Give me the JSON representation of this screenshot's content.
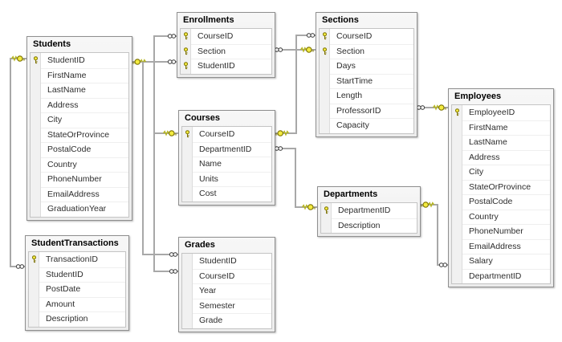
{
  "diagram_type": "database-diagram",
  "colors": {
    "canvas": "#ffffff",
    "table_border": "#8f8f8f",
    "inner_border": "#c4c4c4",
    "line": "#a8a8a8",
    "key_fill": "#f3eb40",
    "key_stroke": "#7d7300",
    "key_tail": "#b5b520",
    "infinity_stroke": "#4a4a4a"
  },
  "tables": [
    {
      "name": "Students",
      "fields": [
        {
          "name": "StudentID",
          "key": true
        },
        {
          "name": "FirstName",
          "key": false
        },
        {
          "name": "LastName",
          "key": false
        },
        {
          "name": "Address",
          "key": false
        },
        {
          "name": "City",
          "key": false
        },
        {
          "name": "StateOrProvince",
          "key": false
        },
        {
          "name": "PostalCode",
          "key": false
        },
        {
          "name": "Country",
          "key": false
        },
        {
          "name": "PhoneNumber",
          "key": false
        },
        {
          "name": "EmailAddress",
          "key": false
        },
        {
          "name": "GraduationYear",
          "key": false
        }
      ]
    },
    {
      "name": "StudentTransactions",
      "fields": [
        {
          "name": "TransactionID",
          "key": true
        },
        {
          "name": "StudentID",
          "key": false
        },
        {
          "name": "PostDate",
          "key": false
        },
        {
          "name": "Amount",
          "key": false
        },
        {
          "name": "Description",
          "key": false
        }
      ]
    },
    {
      "name": "Enrollments",
      "fields": [
        {
          "name": "CourseID",
          "key": true
        },
        {
          "name": "Section",
          "key": true
        },
        {
          "name": "StudentID",
          "key": true
        }
      ]
    },
    {
      "name": "Courses",
      "fields": [
        {
          "name": "CourseID",
          "key": true
        },
        {
          "name": "DepartmentID",
          "key": false
        },
        {
          "name": "Name",
          "key": false
        },
        {
          "name": "Units",
          "key": false
        },
        {
          "name": "Cost",
          "key": false
        }
      ]
    },
    {
      "name": "Grades",
      "fields": [
        {
          "name": "StudentID",
          "key": false
        },
        {
          "name": "CourseID",
          "key": false
        },
        {
          "name": "Year",
          "key": false
        },
        {
          "name": "Semester",
          "key": false
        },
        {
          "name": "Grade",
          "key": false
        }
      ]
    },
    {
      "name": "Sections",
      "fields": [
        {
          "name": "CourseID",
          "key": true
        },
        {
          "name": "Section",
          "key": true
        },
        {
          "name": "Days",
          "key": false
        },
        {
          "name": "StartTime",
          "key": false
        },
        {
          "name": "Length",
          "key": false
        },
        {
          "name": "ProfessorID",
          "key": false
        },
        {
          "name": "Capacity",
          "key": false
        }
      ]
    },
    {
      "name": "Departments",
      "fields": [
        {
          "name": "DepartmentID",
          "key": true
        },
        {
          "name": "Description",
          "key": false
        }
      ]
    },
    {
      "name": "Employees",
      "fields": [
        {
          "name": "EmployeeID",
          "key": true
        },
        {
          "name": "FirstName",
          "key": false
        },
        {
          "name": "LastName",
          "key": false
        },
        {
          "name": "Address",
          "key": false
        },
        {
          "name": "City",
          "key": false
        },
        {
          "name": "StateOrProvince",
          "key": false
        },
        {
          "name": "PostalCode",
          "key": false
        },
        {
          "name": "Country",
          "key": false
        },
        {
          "name": "PhoneNumber",
          "key": false
        },
        {
          "name": "EmailAddress",
          "key": false
        },
        {
          "name": "Salary",
          "key": false
        },
        {
          "name": "DepartmentID",
          "key": false
        }
      ]
    }
  ],
  "relationships": [
    {
      "one_table": "Students",
      "one_field": "StudentID",
      "many_table": "StudentTransactions",
      "many_field": "StudentID",
      "one_end_icon": "key-icon",
      "many_end_icon": "infinity-icon"
    },
    {
      "one_table": "Students",
      "one_field": "StudentID",
      "many_table": "Enrollments",
      "many_field": "StudentID",
      "one_end_icon": "key-icon",
      "many_end_icon": "infinity-icon"
    },
    {
      "one_table": "Students",
      "one_field": "StudentID",
      "many_table": "Grades",
      "many_field": "StudentID",
      "one_end_icon": null,
      "many_end_icon": "infinity-icon"
    },
    {
      "one_table": "Courses",
      "one_field": "CourseID",
      "many_table": "Enrollments",
      "many_field": "CourseID",
      "one_end_icon": "key-icon",
      "many_end_icon": "infinity-icon"
    },
    {
      "one_table": "Courses",
      "one_field": "CourseID",
      "many_table": "Grades",
      "many_field": "CourseID",
      "one_end_icon": null,
      "many_end_icon": "infinity-icon"
    },
    {
      "one_table": "Courses",
      "one_field": "CourseID",
      "many_table": "Sections",
      "many_field": "CourseID",
      "one_end_icon": "key-icon",
      "many_end_icon": "infinity-icon"
    },
    {
      "one_table": "Sections",
      "one_field": "Section",
      "many_table": "Enrollments",
      "many_field": "Section",
      "one_end_icon": "key-icon",
      "many_end_icon": "infinity-icon"
    },
    {
      "one_table": "Departments",
      "one_field": "DepartmentID",
      "many_table": "Courses",
      "many_field": "DepartmentID",
      "one_end_icon": "key-icon",
      "many_end_icon": "infinity-icon"
    },
    {
      "one_table": "Departments",
      "one_field": "DepartmentID",
      "many_table": "Employees",
      "many_field": "DepartmentID",
      "one_end_icon": "key-icon",
      "many_end_icon": "infinity-icon"
    },
    {
      "one_table": "Employees",
      "one_field": "EmployeeID",
      "many_table": "Sections",
      "many_field": "ProfessorID",
      "one_end_icon": "key-icon",
      "many_end_icon": "infinity-icon"
    }
  ]
}
